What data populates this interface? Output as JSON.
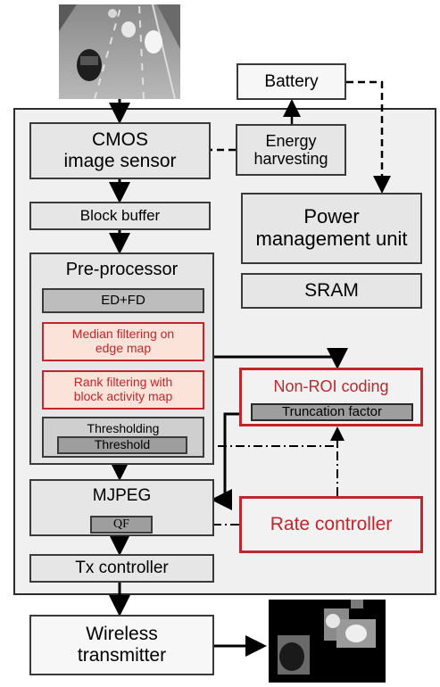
{
  "diagram": {
    "outer_label": "",
    "blocks": {
      "cmos_image_sensor": "CMOS\nimage sensor",
      "energy_harvesting": "Energy\nharvesting",
      "battery": "Battery",
      "block_buffer": "Block buffer",
      "power_management_unit": "Power\nmanagement unit",
      "pre_processor": "Pre-processor",
      "ed_fd": "ED+FD",
      "sram": "SRAM",
      "median_filtering": "Median filtering on\nedge map",
      "rank_filtering": "Rank filtering with\nblock activity map",
      "non_roi_coding": "Non-ROI coding",
      "truncation_factor": "Truncation factor",
      "thresholding": "Thresholding",
      "threshold": "Threshold",
      "mjpeg": "MJPEG",
      "qf": "QF",
      "rate_controller": "Rate controller",
      "tx_controller": "Tx controller",
      "wireless_transmitter": "Wireless\ntransmitter"
    },
    "colors": {
      "block_fill": "#e6e6e6",
      "border": "#3a3a3a",
      "highlight_red": "#c0272d",
      "highlight_fill": "#fbe3da"
    }
  }
}
